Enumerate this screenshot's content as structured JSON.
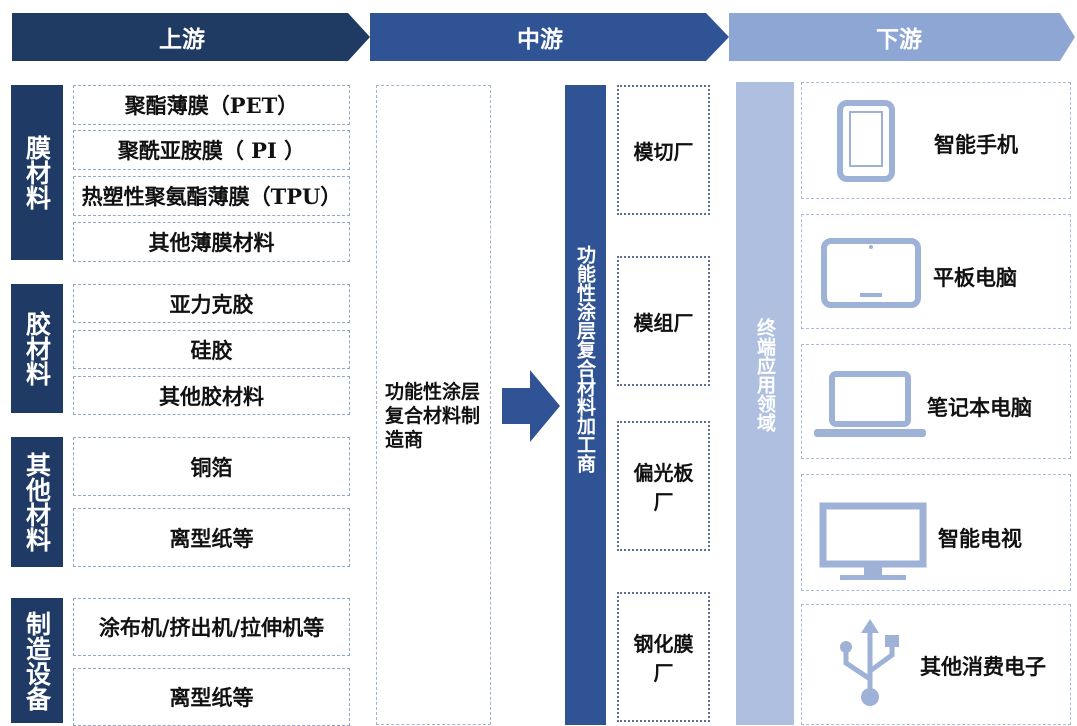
{
  "header": {
    "upstream": "上游",
    "midstream": "中游",
    "downstream": "下游",
    "colors": {
      "upstream": "#1f3a63",
      "midstream": "#2f5394",
      "downstream": "#8ea6d3"
    }
  },
  "upstream": {
    "groups": [
      {
        "title": "膜材料",
        "items": [
          "聚酯薄膜（PET）",
          "聚酰亚胺膜（ PI ）",
          "热塑性聚氨酯薄膜（TPU）",
          "其他薄膜材料"
        ]
      },
      {
        "title": "胶材料",
        "items": [
          "亚力克胶",
          "硅胶",
          "其他胶材料"
        ]
      },
      {
        "title": "其他材料",
        "items": [
          "铜箔",
          "离型纸等"
        ]
      },
      {
        "title": "制造设备",
        "items": [
          "涂布机/挤出机/拉伸机等",
          "离型纸等"
        ]
      }
    ]
  },
  "midstream": {
    "manufacturer": "功能性涂层复合材料制造商",
    "processor": "功能性涂层复合材料加工商",
    "plants": [
      "模切厂",
      "模组厂",
      "偏光板厂",
      "钢化膜厂"
    ]
  },
  "downstream": {
    "title": "终端应用领域",
    "products": [
      {
        "label": "智能手机",
        "icon": "smartphone-icon"
      },
      {
        "label": "平板电脑",
        "icon": "tablet-icon"
      },
      {
        "label": "笔记本电脑",
        "icon": "laptop-icon"
      },
      {
        "label": "智能电视",
        "icon": "tv-icon"
      },
      {
        "label": "其他消费电子",
        "icon": "usb-icon"
      }
    ]
  },
  "icon_color": "#9db2d6"
}
